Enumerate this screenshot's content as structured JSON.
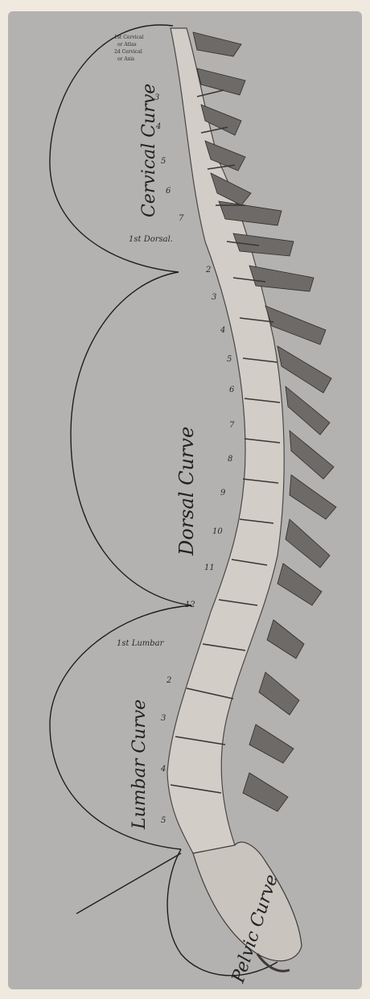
{
  "colors": {
    "paper": "#efe9df",
    "plate": "#b4b2b1",
    "ink": "#2b2a2a",
    "bone": "#dcd8d2",
    "bone_shadow": "#6e6a68"
  },
  "plate": {
    "top_note": [
      "1st Cervical",
      "or Atlas",
      "2d Cervical",
      "or Axis"
    ],
    "curves": {
      "cervical": "Cervical Curve",
      "dorsal": "Dorsal Curve",
      "lumbar": "Lumbar Curve",
      "pelvic": "Pelvic Curve"
    },
    "markers": {
      "first_dorsal": "1st Dorsal.",
      "first_lumbar": "1st Lumbar"
    },
    "cervical_numbers": [
      "3",
      "4",
      "5",
      "6",
      "7"
    ],
    "dorsal_numbers": [
      "2",
      "3",
      "4",
      "5",
      "6",
      "7",
      "8",
      "9",
      "10",
      "11",
      "12"
    ],
    "lumbar_numbers": [
      "2",
      "3",
      "4",
      "5"
    ]
  }
}
